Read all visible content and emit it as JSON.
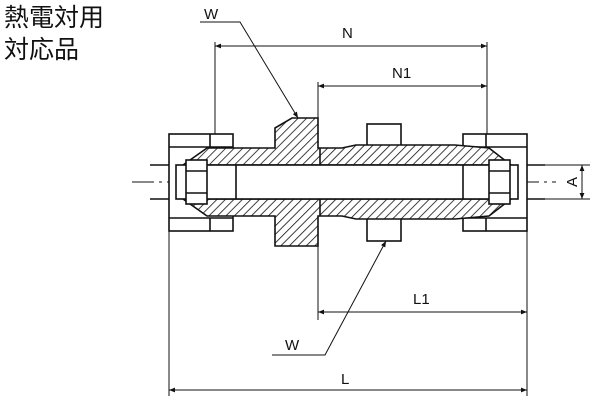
{
  "title": {
    "line1": "熱電対用",
    "line2": "対応品"
  },
  "labels": {
    "N": "N",
    "N1": "N1",
    "A": "A",
    "L1": "L1",
    "L": "L",
    "W_top": "W",
    "W_bottom": "W"
  },
  "colors": {
    "line": "#111111",
    "hatch": "#111111",
    "background": "#ffffff"
  }
}
